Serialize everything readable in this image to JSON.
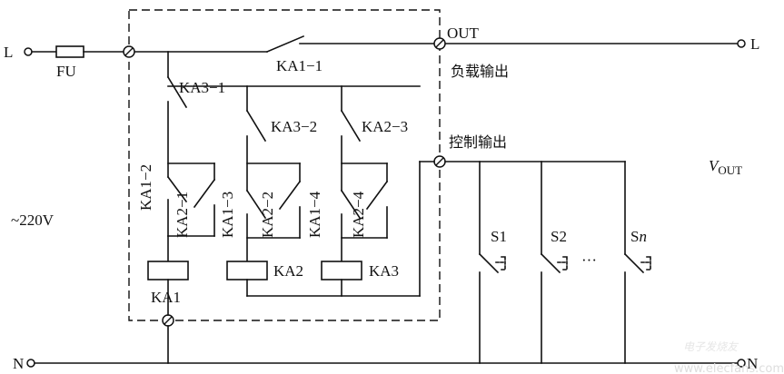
{
  "diagram": {
    "labels": {
      "l_in": "L",
      "l_out": "L",
      "n_in": "N",
      "n_out": "N",
      "fuse": "FU",
      "out": "OUT",
      "load_output": "负载输出",
      "control_output": "控制输出",
      "vout_main": "V",
      "vout_sub": "OUT",
      "voltage": "~220V",
      "ka1_1": "KA1−1",
      "ka3_1": "KA3−1",
      "ka3_2": "KA3−2",
      "ka2_3": "KA2−3",
      "ka1_2": "KA1−2",
      "ka2_1": "KA2−1",
      "ka1_3": "KA1−3",
      "ka2_2": "KA2−2",
      "ka1_4": "KA1−4",
      "ka2_4": "KA2−4",
      "coil_ka1": "KA1",
      "coil_ka2": "KA2",
      "coil_ka3": "KA3",
      "s1": "S1",
      "s2": "S2",
      "sn_main": "S",
      "sn_sub": "n",
      "dots": "···",
      "watermark": "电子发烧友",
      "watermark_url": "www.elecfans.com"
    }
  }
}
